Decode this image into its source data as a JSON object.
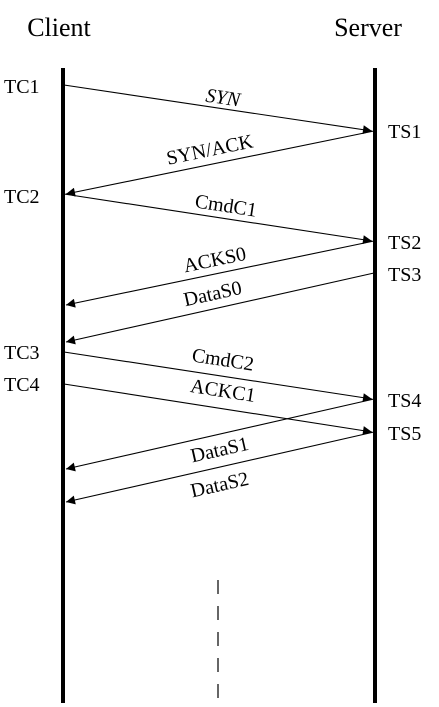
{
  "headers": {
    "client": "Client",
    "server": "Server"
  },
  "client_times": [
    {
      "id": "tc1",
      "label": "TC1"
    },
    {
      "id": "tc2",
      "label": "TC2"
    },
    {
      "id": "tc3",
      "label": "TC3"
    },
    {
      "id": "tc4",
      "label": "TC4"
    }
  ],
  "server_times": [
    {
      "id": "ts1",
      "label": "TS1"
    },
    {
      "id": "ts2",
      "label": "TS2"
    },
    {
      "id": "ts3",
      "label": "TS3"
    },
    {
      "id": "ts4",
      "label": "TS4"
    },
    {
      "id": "ts5",
      "label": "TS5"
    }
  ],
  "messages": [
    {
      "id": "syn",
      "label": "SYN",
      "from": "client",
      "to": "server",
      "italic": true
    },
    {
      "id": "synack",
      "label": "SYN/ACK",
      "from": "server",
      "to": "client",
      "italic": false
    },
    {
      "id": "cmdc1",
      "label": "CmdC1",
      "from": "client",
      "to": "server",
      "italic": false
    },
    {
      "id": "acks0",
      "label": "ACKS0",
      "from": "server",
      "to": "client",
      "italic": false
    },
    {
      "id": "datas0",
      "label": "DataS0",
      "from": "server",
      "to": "client",
      "italic": false
    },
    {
      "id": "cmdc2",
      "label": "CmdC2",
      "from": "client",
      "to": "server",
      "italic": false
    },
    {
      "id": "ackc1",
      "label": "ACKC1",
      "from": "client",
      "to": "server",
      "italic": false
    },
    {
      "id": "datas1",
      "label": "DataS1",
      "from": "server",
      "to": "client",
      "italic": false
    },
    {
      "id": "datas2",
      "label": "DataS2",
      "from": "server",
      "to": "client",
      "italic": false
    }
  ]
}
